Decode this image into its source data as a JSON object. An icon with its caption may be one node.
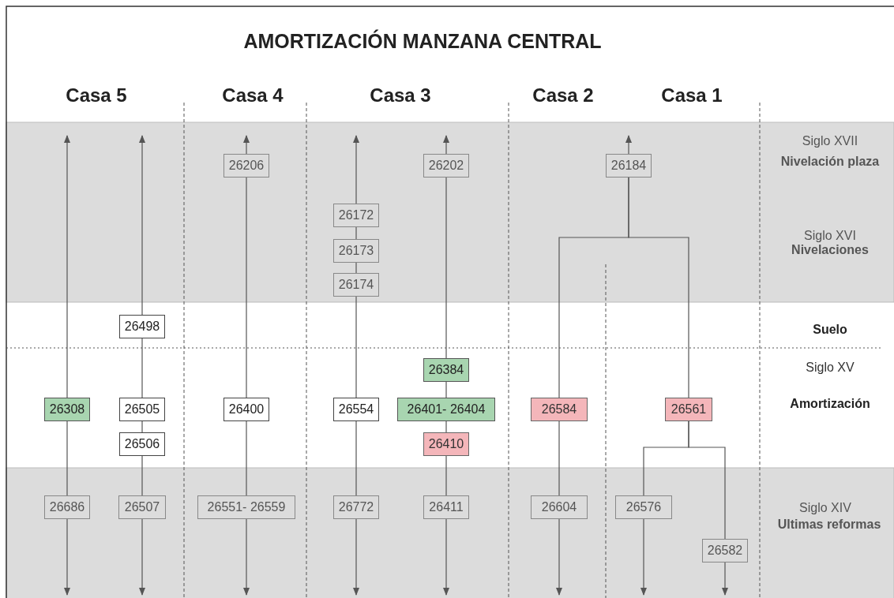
{
  "diagram": {
    "title": "AMORTIZACIÓN MANZANA CENTRAL",
    "nodes": [
      {
        "text": [
          "26206"
        ]
      },
      {
        "text": [
          "26202"
        ]
      },
      {
        "text": [
          "26184"
        ]
      },
      {
        "text": [
          "26172"
        ]
      },
      {
        "text": [
          "26173"
        ]
      },
      {
        "text": [
          "26174"
        ]
      },
      {
        "text": [
          "26498"
        ]
      },
      {
        "text": [
          "26384"
        ]
      },
      {
        "text": [
          "26308"
        ]
      },
      {
        "text": [
          "26505"
        ]
      },
      {
        "text": [
          "26400"
        ]
      },
      {
        "text": [
          "26554"
        ]
      },
      {
        "text": [
          "26401- 26404"
        ]
      },
      {
        "text": [
          "26584"
        ]
      },
      {
        "text": [
          "26561"
        ]
      },
      {
        "text": [
          "26506"
        ]
      },
      {
        "text": [
          "26410"
        ]
      },
      {
        "text": [
          "26686"
        ]
      },
      {
        "text": [
          "26507"
        ]
      },
      {
        "text": [
          "26551- 26559"
        ]
      },
      {
        "text": [
          "26772"
        ]
      },
      {
        "text": [
          "26411"
        ]
      },
      {
        "text": [
          "26604"
        ]
      },
      {
        "text": [
          "26576"
        ]
      },
      {
        "text": [
          "26582"
        ]
      }
    ],
    "edges": [
      {
        "from": 8,
        "to": null,
        "arrow": "to"
      },
      {
        "from": 8,
        "to": 17,
        "arrow": "none"
      },
      {
        "from": 17,
        "to": null,
        "arrow": "to"
      },
      {
        "from": 6,
        "to": null,
        "arrow": "to"
      },
      {
        "from": 6,
        "to": 9,
        "arrow": "none"
      },
      {
        "from": 9,
        "to": 15,
        "arrow": "none"
      },
      {
        "from": 15,
        "to": 18,
        "arrow": "none"
      },
      {
        "from": 18,
        "to": null,
        "arrow": "to"
      },
      {
        "from": 0,
        "to": null,
        "arrow": "to"
      },
      {
        "from": 0,
        "to": 10,
        "arrow": "none"
      },
      {
        "from": 10,
        "to": 19,
        "arrow": "none"
      },
      {
        "from": 19,
        "to": null,
        "arrow": "to"
      },
      {
        "from": 3,
        "to": null,
        "arrow": "to"
      },
      {
        "from": 3,
        "to": 4,
        "arrow": "none"
      },
      {
        "from": 4,
        "to": 5,
        "arrow": "none"
      },
      {
        "from": 5,
        "to": 11,
        "arrow": "none"
      },
      {
        "from": 11,
        "to": 20,
        "arrow": "none"
      },
      {
        "from": 20,
        "to": null,
        "arrow": "to"
      },
      {
        "from": 1,
        "to": null,
        "arrow": "to"
      },
      {
        "from": 1,
        "to": 7,
        "arrow": "none"
      },
      {
        "from": 7,
        "to": 12,
        "arrow": "none"
      },
      {
        "from": 12,
        "to": 16,
        "arrow": "none"
      },
      {
        "from": 16,
        "to": 21,
        "arrow": "none"
      },
      {
        "from": 21,
        "to": null,
        "arrow": "to"
      },
      {
        "from": 2,
        "to": null,
        "arrow": "to"
      },
      {
        "from": 2,
        "to": 13,
        "arrow": "none"
      },
      {
        "from": 2,
        "to": 14,
        "arrow": "none"
      },
      {
        "from": 13,
        "to": 22,
        "arrow": "none"
      },
      {
        "from": 22,
        "to": null,
        "arrow": "to"
      },
      {
        "from": 14,
        "to": 23,
        "arrow": "none"
      },
      {
        "from": 14,
        "to": 24,
        "arrow": "none"
      },
      {
        "from": 23,
        "to": null,
        "arrow": "to"
      },
      {
        "from": 24,
        "to": null,
        "arrow": "to"
      }
    ],
    "labels": [
      "Casa 5",
      "Casa 4",
      "Casa 3",
      "Casa 2",
      "Casa 1",
      "Siglo XVII",
      "Nivelación plaza",
      "Siglo XVI",
      "Nivelaciones",
      "Suelo",
      "Siglo XV",
      "Amortización",
      "Siglo XIV",
      "Ultimas reformas"
    ]
  }
}
